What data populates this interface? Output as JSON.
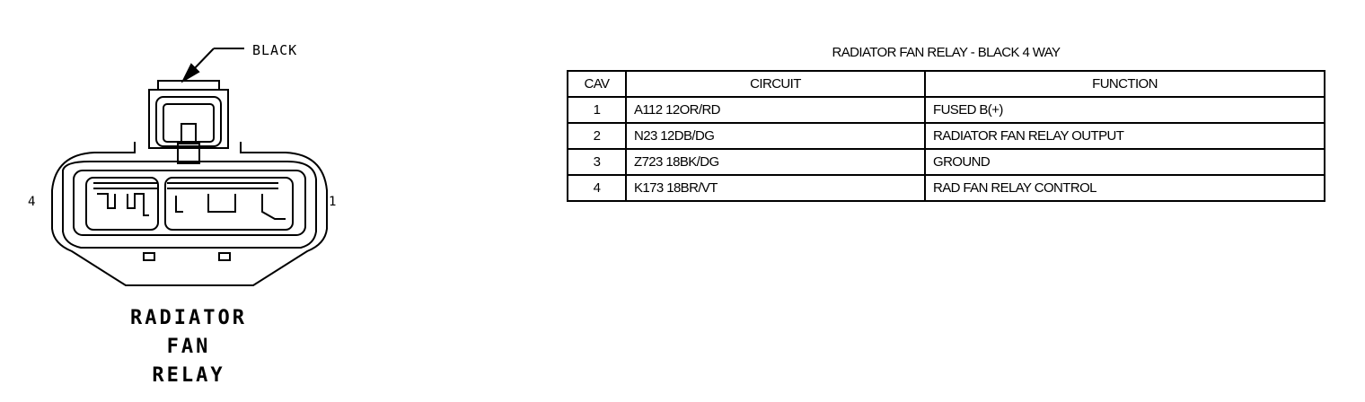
{
  "connector": {
    "color_label": "BLACK",
    "pin_labels": {
      "left": "4",
      "right": "1"
    },
    "caption_lines": [
      "RADIATOR",
      "FAN",
      "RELAY"
    ]
  },
  "table": {
    "title": "RADIATOR FAN RELAY - BLACK 4 WAY",
    "headers": {
      "cav": "CAV",
      "circuit": "CIRCUIT",
      "function": "FUNCTION"
    },
    "rows": [
      {
        "cav": "1",
        "circuit": "A112  12OR/RD",
        "function": "FUSED B(+)"
      },
      {
        "cav": "2",
        "circuit": "N23  12DB/DG",
        "function": "RADIATOR FAN RELAY OUTPUT"
      },
      {
        "cav": "3",
        "circuit": "Z723  18BK/DG",
        "function": "GROUND"
      },
      {
        "cav": "4",
        "circuit": "K173  18BR/VT",
        "function": "RAD FAN RELAY CONTROL"
      }
    ]
  }
}
